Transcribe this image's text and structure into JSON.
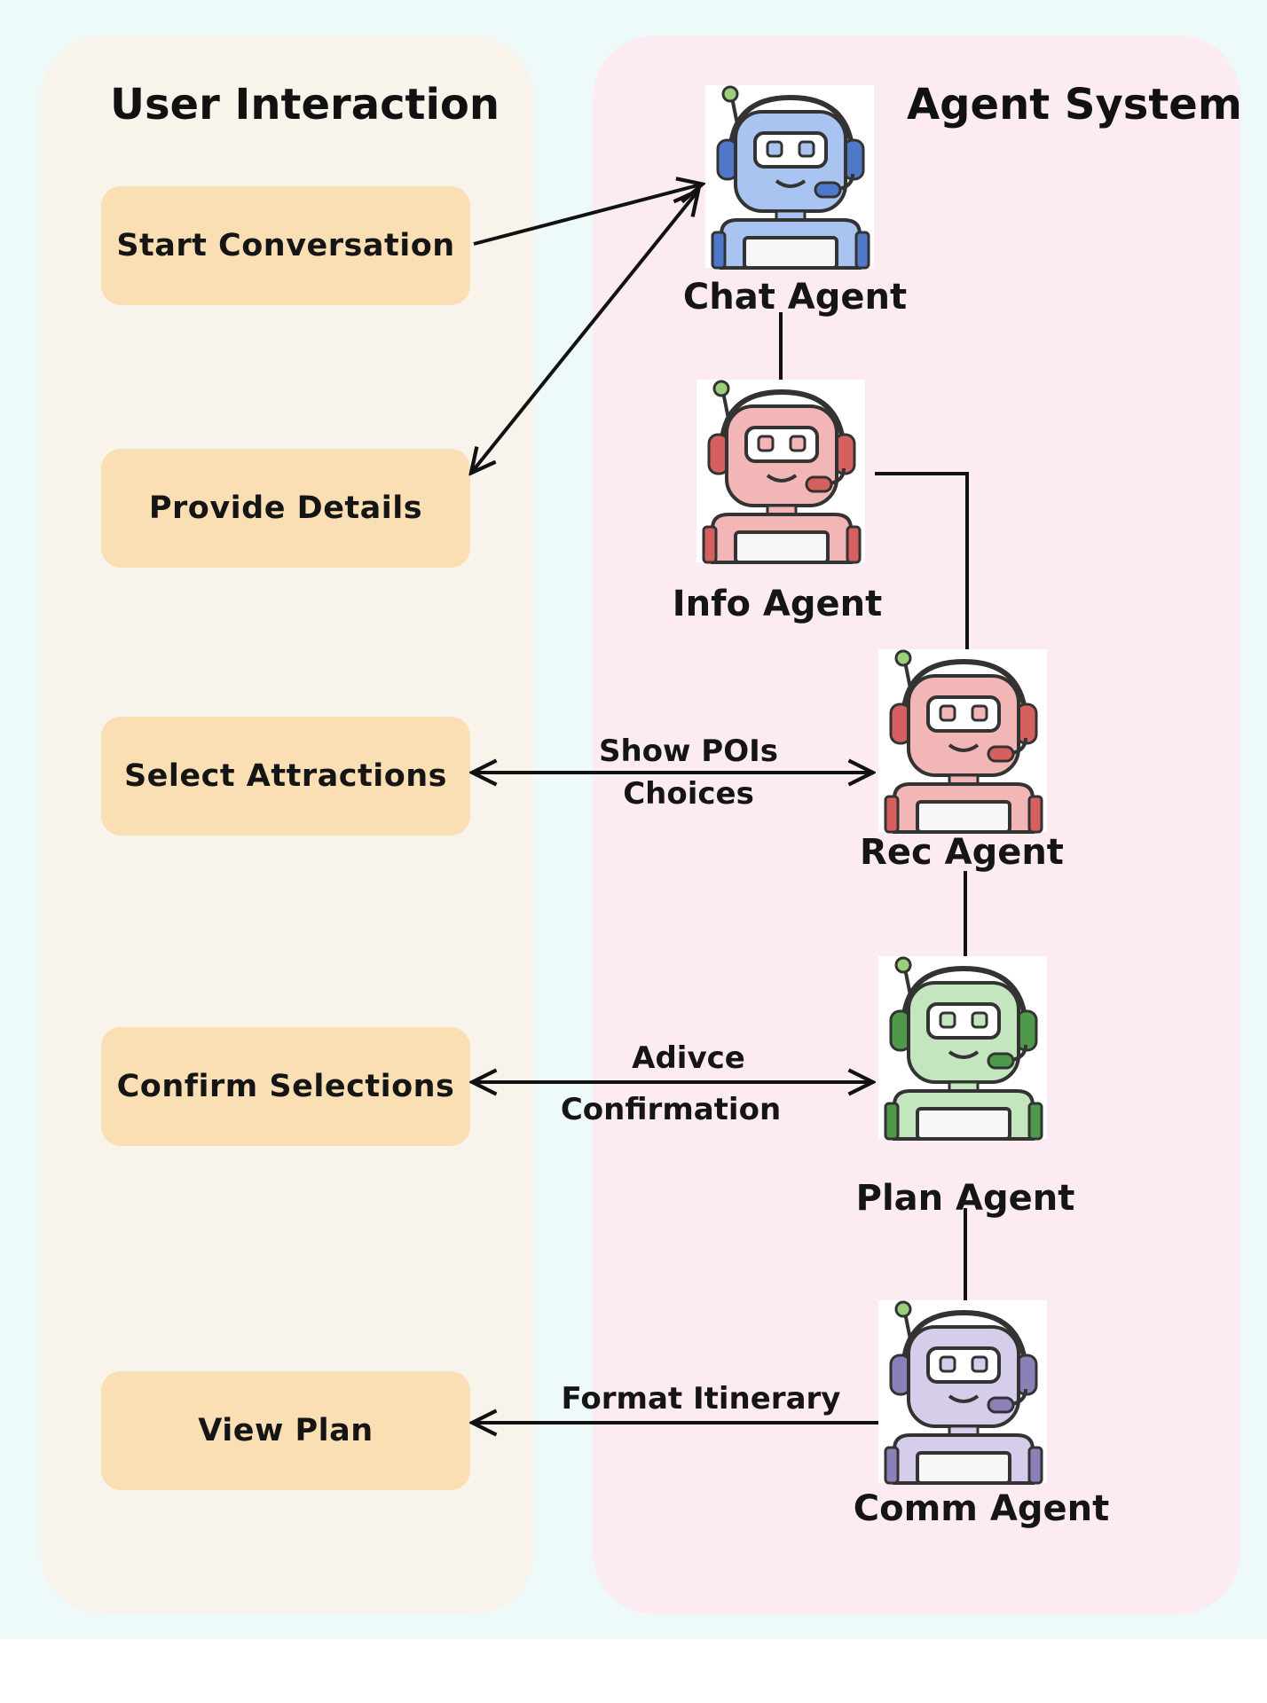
{
  "user_panel": {
    "title": "User Interaction",
    "steps": [
      {
        "label": "Start Conversation"
      },
      {
        "label": "Provide Details"
      },
      {
        "label": "Select Attractions"
      },
      {
        "label": "Confirm Selections"
      },
      {
        "label": "View Plan"
      }
    ]
  },
  "agent_panel": {
    "title": "Agent System",
    "agents": [
      {
        "label": "Chat Agent",
        "color": "#a9c4f0",
        "accent": "#4f79c8",
        "icon": "robot-headset-icon"
      },
      {
        "label": "Info Agent",
        "color": "#f2b6b6",
        "accent": "#d65f5f",
        "icon": "robot-headset-icon"
      },
      {
        "label": "Rec Agent",
        "color": "#f2b6b6",
        "accent": "#d65f5f",
        "icon": "robot-headset-icon"
      },
      {
        "label": "Plan Agent",
        "color": "#c3e6bf",
        "accent": "#4f9a4a",
        "icon": "robot-headset-icon"
      },
      {
        "label": "Comm Agent",
        "color": "#d6cdea",
        "accent": "#8c80b8",
        "icon": "robot-headset-icon"
      }
    ]
  },
  "edge_labels": {
    "select_line1": "Show POIs",
    "select_line2": "Choices",
    "confirm_line1": "Adivce",
    "confirm_line2": "Confirmation",
    "view": "Format Itinerary"
  },
  "colors": {
    "user_panel_bg": "#f8f4ec",
    "agent_panel_bg": "#fcecf1",
    "step_box_bg": "#fbdfb4",
    "page_bg": "#eef9fa"
  }
}
